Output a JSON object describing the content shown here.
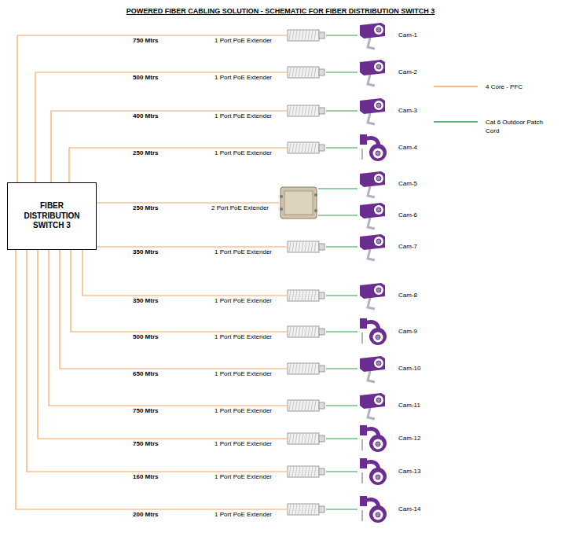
{
  "diagram": {
    "title": "POWERED FIBER CABLING SOLUTION - SCHEMATIC FOR FIBER DISTRIBUTION SWITCH 3",
    "nodes": [
      {
        "text": [
          "FIBER DISTRIBUTION SWITCH 3"
        ]
      },
      {
        "text": [
          "1 Port PoE Extender"
        ]
      },
      {
        "text": [
          "Cam-1"
        ]
      },
      {
        "text": [
          "1 Port PoE Extender"
        ]
      },
      {
        "text": [
          "Cam-2"
        ]
      },
      {
        "text": [
          "1 Port PoE Extender"
        ]
      },
      {
        "text": [
          "Cam-3"
        ]
      },
      {
        "text": [
          "1 Port PoE Extender"
        ]
      },
      {
        "text": [
          "Cam-4"
        ]
      },
      {
        "text": [
          "2 Port PoE Extender"
        ]
      },
      {
        "text": [
          "Cam-5"
        ]
      },
      {
        "text": [
          "Cam-6"
        ]
      },
      {
        "text": [
          "1 Port PoE Extender"
        ]
      },
      {
        "text": [
          "Cam-7"
        ]
      },
      {
        "text": [
          "1 Port PoE Extender"
        ]
      },
      {
        "text": [
          "Cam-8"
        ]
      },
      {
        "text": [
          "1 Port PoE Extender"
        ]
      },
      {
        "text": [
          "Cam-9"
        ]
      },
      {
        "text": [
          "1 Port PoE Extender"
        ]
      },
      {
        "text": [
          "Cam-10"
        ]
      },
      {
        "text": [
          "1 Port PoE Extender"
        ]
      },
      {
        "text": [
          "Cam-11"
        ]
      },
      {
        "text": [
          "1 Port PoE Extender"
        ]
      },
      {
        "text": [
          "Cam-12"
        ]
      },
      {
        "text": [
          "1 Port PoE Extender"
        ]
      },
      {
        "text": [
          "Cam-13"
        ]
      },
      {
        "text": [
          "1 Port PoE Extender"
        ]
      },
      {
        "text": [
          "Cam-14"
        ]
      }
    ],
    "edges": [
      {
        "from": 0,
        "to": 1,
        "label": "750 Mtrs",
        "arrow": "none"
      },
      {
        "from": 1,
        "to": 2,
        "arrow": "none"
      },
      {
        "from": 0,
        "to": 3,
        "label": "500 Mtrs",
        "arrow": "none"
      },
      {
        "from": 3,
        "to": 4,
        "arrow": "none"
      },
      {
        "from": 0,
        "to": 5,
        "label": "400 Mtrs",
        "arrow": "none"
      },
      {
        "from": 5,
        "to": 6,
        "arrow": "none"
      },
      {
        "from": 0,
        "to": 7,
        "label": "250 Mtrs",
        "arrow": "none"
      },
      {
        "from": 7,
        "to": 8,
        "arrow": "none"
      },
      {
        "from": 0,
        "to": 9,
        "label": "250 Mtrs",
        "arrow": "none"
      },
      {
        "from": 9,
        "to": 10,
        "arrow": "none"
      },
      {
        "from": 9,
        "to": 11,
        "arrow": "none"
      },
      {
        "from": 0,
        "to": 12,
        "label": "350 Mtrs",
        "arrow": "none"
      },
      {
        "from": 12,
        "to": 13,
        "arrow": "none"
      },
      {
        "from": 0,
        "to": 14,
        "label": "350 Mtrs",
        "arrow": "none"
      },
      {
        "from": 14,
        "to": 15,
        "arrow": "none"
      },
      {
        "from": 0,
        "to": 16,
        "label": "500 Mtrs",
        "arrow": "none"
      },
      {
        "from": 16,
        "to": 17,
        "arrow": "none"
      },
      {
        "from": 0,
        "to": 18,
        "label": "650 Mtrs",
        "arrow": "none"
      },
      {
        "from": 18,
        "to": 19,
        "arrow": "none"
      },
      {
        "from": 0,
        "to": 20,
        "label": "750 Mtrs",
        "arrow": "none"
      },
      {
        "from": 20,
        "to": 21,
        "arrow": "none"
      },
      {
        "from": 0,
        "to": 22,
        "label": "750 Mtrs",
        "arrow": "none"
      },
      {
        "from": 22,
        "to": 23,
        "arrow": "none"
      },
      {
        "from": 0,
        "to": 24,
        "label": "160 Mtrs",
        "arrow": "none"
      },
      {
        "from": 24,
        "to": 25,
        "arrow": "none"
      },
      {
        "from": 0,
        "to": 26,
        "label": "200 Mtrs",
        "arrow": "none"
      },
      {
        "from": 26,
        "to": 27,
        "arrow": "none"
      }
    ],
    "legend": [
      {
        "text": "4 Core - PFC"
      },
      {
        "text": "Cat 6 Outdoor Patch Cord"
      }
    ]
  }
}
